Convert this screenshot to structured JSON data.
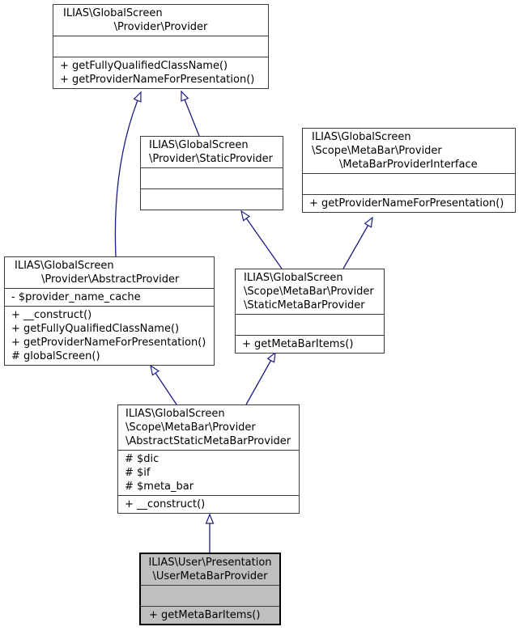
{
  "diagram": {
    "kind": "uml-inheritance-diagram",
    "colors": {
      "edge": "#1d1d86",
      "box_border": "#3d3d3d",
      "highlight_fill": "#bfbfbf",
      "box_fill": "#ffffff"
    },
    "classes": [
      {
        "id": "Provider",
        "title_lines": [
          "ILIAS\\GlobalScreen",
          "\\Provider\\Provider"
        ],
        "attributes": [],
        "methods": [
          "+ getFullyQualifiedClassName()",
          "+ getProviderNameForPresentation()"
        ],
        "highlighted": false
      },
      {
        "id": "StaticProvider",
        "title_lines": [
          "ILIAS\\GlobalScreen",
          "\\Provider\\StaticProvider"
        ],
        "attributes": [],
        "methods": [],
        "highlighted": false
      },
      {
        "id": "MetaBarProviderInterface",
        "title_lines": [
          "ILIAS\\GlobalScreen",
          "\\Scope\\MetaBar\\Provider",
          "\\MetaBarProviderInterface"
        ],
        "attributes": [],
        "methods": [
          "+ getProviderNameForPresentation()"
        ],
        "highlighted": false
      },
      {
        "id": "AbstractProvider",
        "title_lines": [
          "ILIAS\\GlobalScreen",
          "\\Provider\\AbstractProvider"
        ],
        "attributes": [
          "- $provider_name_cache"
        ],
        "methods": [
          "+ __construct()",
          "+ getFullyQualifiedClassName()",
          "+ getProviderNameForPresentation()",
          "# globalScreen()"
        ],
        "highlighted": false
      },
      {
        "id": "StaticMetaBarProvider",
        "title_lines": [
          "ILIAS\\GlobalScreen",
          "\\Scope\\MetaBar\\Provider",
          "\\StaticMetaBarProvider"
        ],
        "attributes": [],
        "methods": [
          "+ getMetaBarItems()"
        ],
        "highlighted": false
      },
      {
        "id": "AbstractStaticMetaBarProvider",
        "title_lines": [
          "ILIAS\\GlobalScreen",
          "\\Scope\\MetaBar\\Provider",
          "\\AbstractStaticMetaBarProvider"
        ],
        "attributes": [
          "# $dic",
          "# $if",
          "# $meta_bar"
        ],
        "methods": [
          "+ __construct()"
        ],
        "highlighted": false
      },
      {
        "id": "UserMetaBarProvider",
        "title_lines": [
          "ILIAS\\User\\Presentation",
          "\\UserMetaBarProvider"
        ],
        "attributes": [],
        "methods": [
          "+ getMetaBarItems()"
        ],
        "highlighted": true
      }
    ],
    "relations": [
      {
        "from": "AbstractProvider",
        "to": "Provider",
        "type": "inheritance"
      },
      {
        "from": "StaticProvider",
        "to": "Provider",
        "type": "inheritance"
      },
      {
        "from": "StaticMetaBarProvider",
        "to": "StaticProvider",
        "type": "inheritance"
      },
      {
        "from": "StaticMetaBarProvider",
        "to": "MetaBarProviderInterface",
        "type": "inheritance"
      },
      {
        "from": "AbstractStaticMetaBarProvider",
        "to": "AbstractProvider",
        "type": "inheritance"
      },
      {
        "from": "AbstractStaticMetaBarProvider",
        "to": "StaticMetaBarProvider",
        "type": "inheritance"
      },
      {
        "from": "UserMetaBarProvider",
        "to": "AbstractStaticMetaBarProvider",
        "type": "inheritance"
      }
    ]
  }
}
